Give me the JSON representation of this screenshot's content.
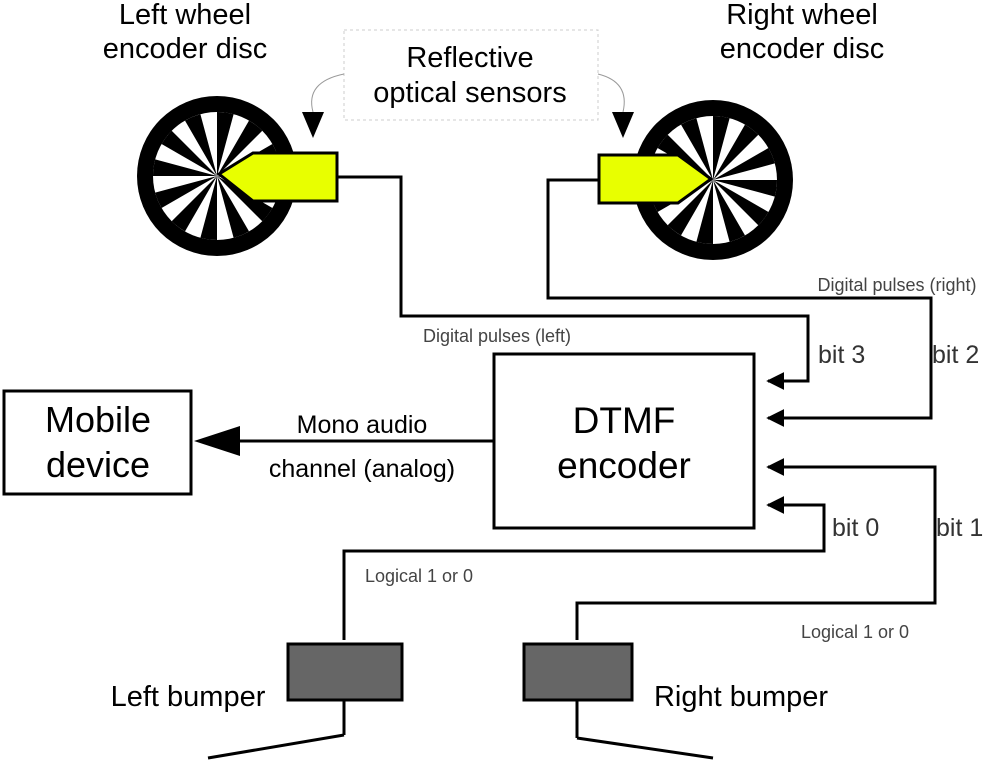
{
  "labels": {
    "left_disc": [
      "Left wheel",
      "encoder disc"
    ],
    "right_disc": [
      "Right wheel",
      "encoder disc"
    ],
    "sensors": [
      "Reflective",
      "optical sensors"
    ],
    "encoder": [
      "DTMF",
      "encoder"
    ],
    "mobile": [
      "Mobile",
      "device"
    ],
    "audio": [
      "Mono audio",
      "channel (analog)"
    ],
    "pulses_left": "Digital pulses (left)",
    "pulses_right": "Digital pulses (right)",
    "bit3": "bit 3",
    "bit2": "bit 2",
    "bit1": "bit 1",
    "bit0": "bit 0",
    "logic_left": "Logical 1 or 0",
    "logic_right": "Logical 1 or 0",
    "left_bumper": "Left bumper",
    "right_bumper": "Right bumper"
  },
  "colors": {
    "sensor_fill": "#e8ff00",
    "bumper_fill": "#666666",
    "line": "#000000"
  }
}
